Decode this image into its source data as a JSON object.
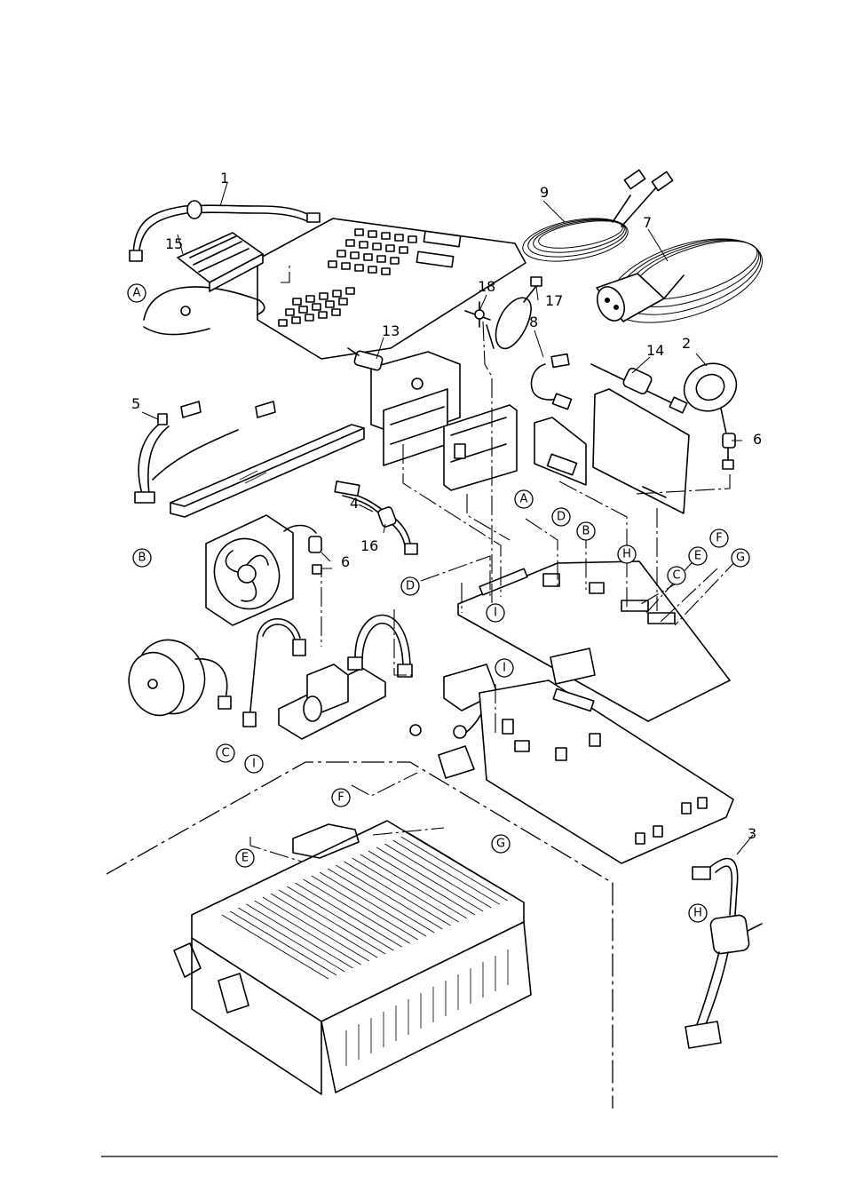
{
  "parts": [
    {
      "id": "p1",
      "label": "1"
    },
    {
      "id": "p2",
      "label": "2"
    },
    {
      "id": "p3",
      "label": "3"
    },
    {
      "id": "p4",
      "label": "4"
    },
    {
      "id": "p5",
      "label": "5"
    },
    {
      "id": "p6a",
      "label": "6"
    },
    {
      "id": "p6b",
      "label": "6"
    },
    {
      "id": "p7",
      "label": "7"
    },
    {
      "id": "p8",
      "label": "8"
    },
    {
      "id": "p9",
      "label": "9"
    },
    {
      "id": "p13",
      "label": "13"
    },
    {
      "id": "p14",
      "label": "14"
    },
    {
      "id": "p15",
      "label": "15"
    },
    {
      "id": "p16",
      "label": "16"
    },
    {
      "id": "p17",
      "label": "17"
    },
    {
      "id": "p18",
      "label": "18"
    }
  ],
  "connectors": [
    {
      "id": "A1",
      "label": "A"
    },
    {
      "id": "A2",
      "label": "A"
    },
    {
      "id": "B1",
      "label": "B"
    },
    {
      "id": "B2",
      "label": "B"
    },
    {
      "id": "C1",
      "label": "C"
    },
    {
      "id": "C2",
      "label": "C"
    },
    {
      "id": "D1",
      "label": "D"
    },
    {
      "id": "D2",
      "label": "D"
    },
    {
      "id": "E1",
      "label": "E"
    },
    {
      "id": "E2",
      "label": "E"
    },
    {
      "id": "F1",
      "label": "F"
    },
    {
      "id": "F2",
      "label": "F"
    },
    {
      "id": "G1",
      "label": "G"
    },
    {
      "id": "G2",
      "label": "G"
    },
    {
      "id": "H1",
      "label": "H"
    },
    {
      "id": "H2",
      "label": "H"
    },
    {
      "id": "I1",
      "label": "I"
    },
    {
      "id": "I2",
      "label": "I"
    },
    {
      "id": "I3",
      "label": "I"
    }
  ]
}
